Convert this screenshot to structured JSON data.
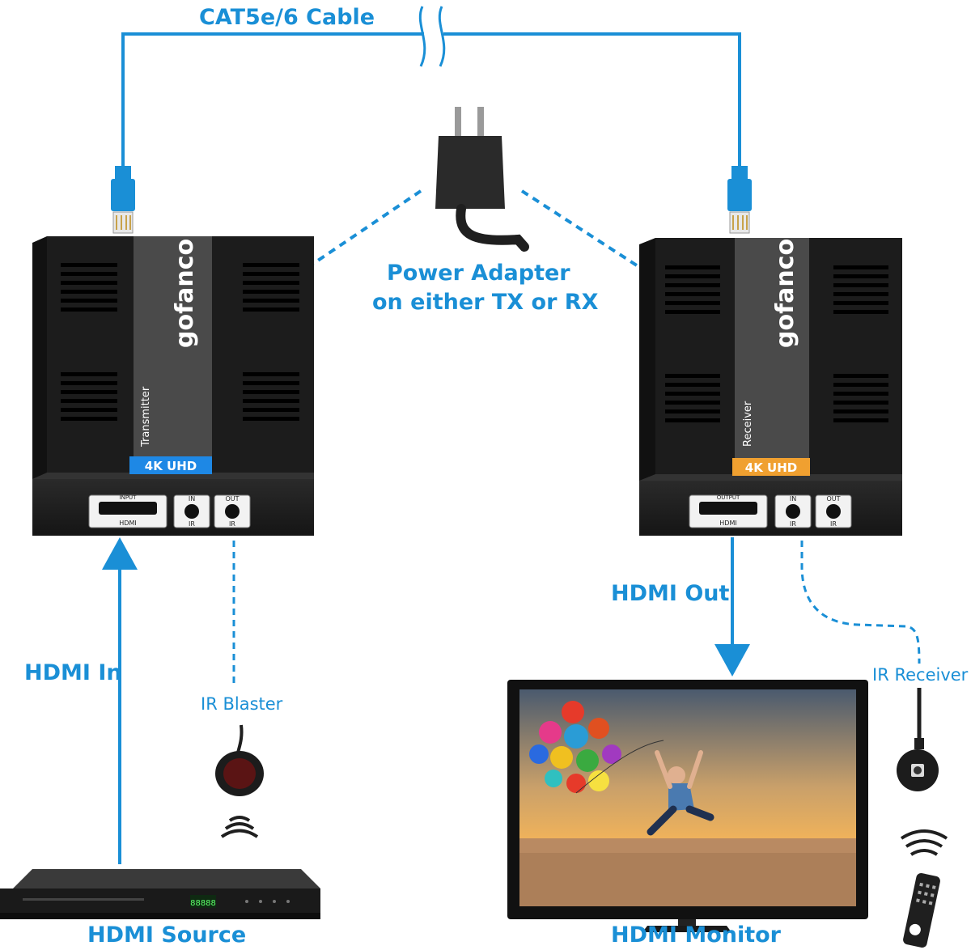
{
  "labels": {
    "cable": "CAT5e/6 Cable",
    "power_line1": "Power Adapter",
    "power_line2": "on either TX or RX",
    "hdmi_in": "HDMI In",
    "ir_blaster": "IR Blaster",
    "hdmi_out": "HDMI Out",
    "ir_receiver": "IR Receiver",
    "hdmi_source": "HDMI Source",
    "hdmi_monitor": "HDMI Monitor"
  },
  "transmitter": {
    "brand": "gofanco",
    "role": "Transmitter",
    "badge": "4K UHD",
    "hdmi_port_top": "INPUT",
    "hdmi_port_bottom": "HDMI",
    "ir_in_top": "IN",
    "ir_in_bottom": "IR",
    "ir_out_top": "OUT",
    "ir_out_bottom": "IR"
  },
  "receiver": {
    "brand": "gofanco",
    "role": "Receiver",
    "badge": "4K UHD",
    "hdmi_port_top": "OUTPUT",
    "hdmi_port_bottom": "HDMI",
    "ir_in_top": "IN",
    "ir_in_bottom": "IR",
    "ir_out_top": "OUT",
    "ir_out_bottom": "IR"
  },
  "source_device": {
    "display": "88888"
  },
  "colors": {
    "accent": "#1a8fd6",
    "tx_badge": "#1e88e5",
    "rx_badge": "#f0a030",
    "device_body": "#1f1f1f"
  }
}
